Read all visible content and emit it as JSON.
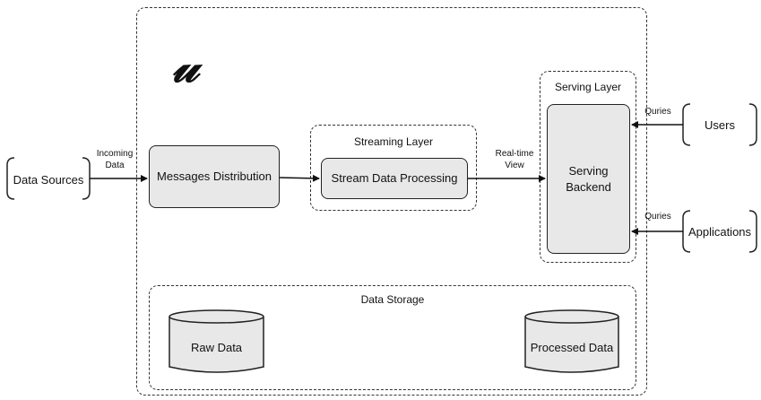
{
  "logo": {
    "glyph": "𝓊"
  },
  "external": {
    "data_sources": "Data Sources",
    "users": "Users",
    "applications": "Applications"
  },
  "edges": {
    "incoming": "Incoming\nData",
    "realtime": "Real-time\nView",
    "queries_users": "Quries",
    "queries_apps": "Quries"
  },
  "components": {
    "messages_distribution": "Messages Distribution",
    "streaming_layer": "Streaming Layer",
    "stream_processing": "Stream Data Processing",
    "serving_layer": "Serving Layer",
    "serving_backend": "Serving\nBackend",
    "data_storage": "Data Storage",
    "raw_data": "Raw Data",
    "processed_data": "Processed Data"
  }
}
